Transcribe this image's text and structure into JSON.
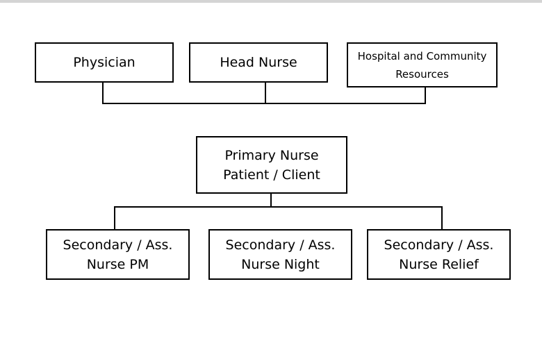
{
  "nodes": {
    "physician": {
      "lines": [
        "Physician"
      ]
    },
    "head_nurse": {
      "lines": [
        "Head Nurse"
      ]
    },
    "hospital_resources": {
      "lines": [
        "Hospital and Community",
        "Resources"
      ]
    },
    "primary_nurse": {
      "lines": [
        "Primary Nurse",
        "Patient / Client"
      ]
    },
    "secondary_pm": {
      "lines": [
        "Secondary / Ass.",
        "Nurse PM"
      ]
    },
    "secondary_night": {
      "lines": [
        "Secondary / Ass.",
        "Nurse Night"
      ]
    },
    "secondary_relief": {
      "lines": [
        "Secondary / Ass.",
        "Nurse Relief"
      ]
    }
  },
  "colors": {
    "line": "#000000",
    "box_border": "#000000",
    "top_bar": "#d4d4d4"
  }
}
